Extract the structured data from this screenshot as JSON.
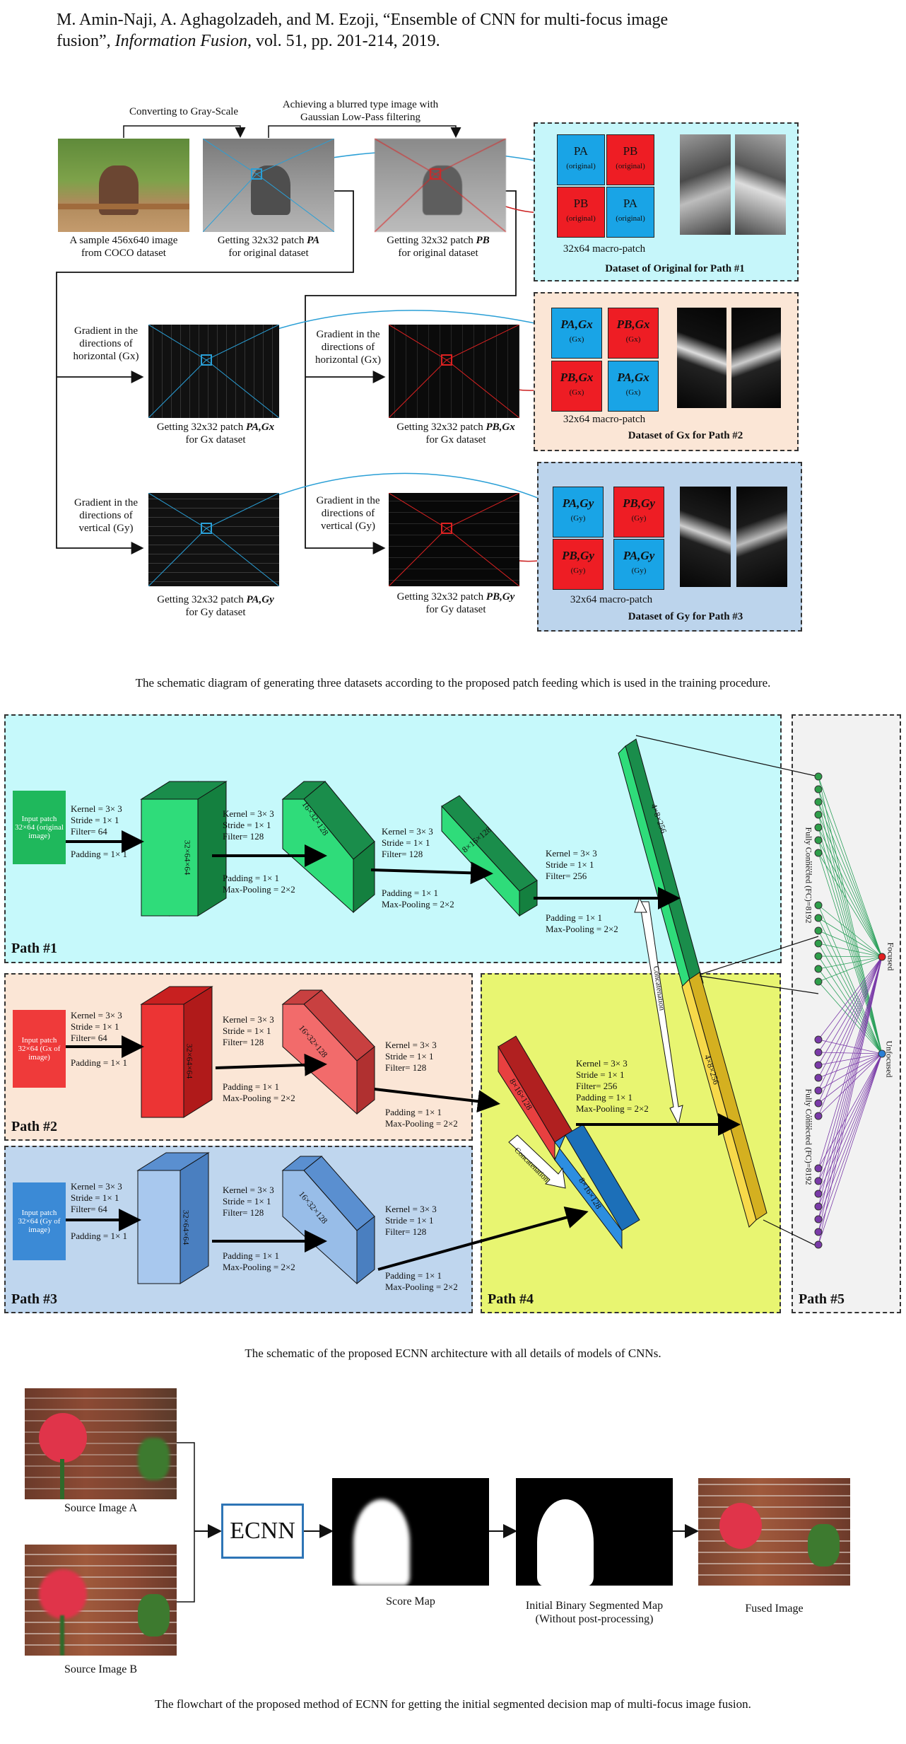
{
  "header": {
    "citation_line1": "M. Amin-Naji, A. Aghagolzadeh, and M. Ezoji, “Ensemble of CNN for multi-focus image",
    "citation_line2_a": "fusion”, ",
    "citation_line2_journal": "Information Fusion",
    "citation_line2_b": ", vol. 51, pp. 201-214, 2019."
  },
  "fig1": {
    "label_gray": "Converting to Gray-Scale",
    "label_blur_1": "Achieving a blurred type image with",
    "label_blur_2": "Gaussian Low-Pass filtering",
    "sample_cap_1": "A sample 456x640 image",
    "sample_cap_2": "from COCO dataset",
    "pa_cap_1": "Getting 32x32 patch ",
    "pa_cap_sym": "PA",
    "pa_cap_2": "for original dataset",
    "pb_cap_1": "Getting 32x32 patch ",
    "pb_cap_sym": "PB",
    "pb_cap_2": "for original dataset",
    "gx_left_1": "Gradient in the",
    "gx_left_2": "directions of",
    "gx_left_3": "horizontal (Gx)",
    "gx_mid_1": "Gradient in the",
    "gx_mid_2": "directions of",
    "gx_mid_3": "horizontal (Gx)",
    "gy_left_1": "Gradient in the",
    "gy_left_2": "directions of",
    "gy_left_3": "vertical (Gy)",
    "gy_mid_1": "Gradient in the",
    "gy_mid_2": "directions of",
    "gy_mid_3": "vertical (Gy)",
    "pagx_cap_1": "Getting 32x32 patch ",
    "pagx_cap_sym": "PA,Gx",
    "pagx_cap_2": "for Gx dataset",
    "pbgx_cap_1": "Getting 32x32 patch ",
    "pbgx_cap_sym": "PB,Gx",
    "pbgx_cap_2": "for Gx dataset",
    "pagy_cap_1": "Getting 32x32 patch ",
    "pagy_cap_sym": "PA,Gy",
    "pagy_cap_2": "for Gy dataset",
    "pbgy_cap_1": "Getting 32x32 patch ",
    "pbgy_cap_sym": "PB,Gy",
    "pbgy_cap_2": "for Gy dataset",
    "box1": {
      "a": "PA",
      "b": "PB",
      "sub": "(original)",
      "macro": "32x64 macro-patch",
      "title": "Dataset of Original for Path #1"
    },
    "box2": {
      "a": "PA,Gx",
      "b": "PB,Gx",
      "sub": "(Gx)",
      "macro": "32x64 macro-patch",
      "title": "Dataset of Gx for Path #2"
    },
    "box3": {
      "a": "PA,Gy",
      "b": "PB,Gy",
      "sub": "(Gy)",
      "macro": "32x64 macro-patch",
      "title": "Dataset of Gy for Path #3"
    },
    "caption": "The schematic diagram of generating three datasets according to the proposed patch feeding which is used in the training procedure."
  },
  "fig2": {
    "path1": "Path #1",
    "path2": "Path #2",
    "path3": "Path #3",
    "path4": "Path #4",
    "path5": "Path #5",
    "in1": "Input patch 32×64 (original image)",
    "in2": "Input patch 32×64 (Gx of image)",
    "in3": "Input patch 32×64 (Gy of image)",
    "p_k3_s1_f64": [
      "Kernel = 3× 3",
      "Stride = 1× 1",
      "Filter= 64"
    ],
    "p_k3_s1_f128": [
      "Kernel = 3× 3",
      "Stride = 1× 1",
      "Filter= 128"
    ],
    "p_k3_s1_f256": [
      "Kernel = 3× 3",
      "Stride = 1× 1",
      "Filter= 256"
    ],
    "pad1": "Padding = 1× 1",
    "pad": "Padding = 1× 1",
    "pool": "Max-Pooling = 2×2",
    "path4_params": [
      "Kernel = 3× 3",
      "Stride = 1× 1",
      "Filter= 256",
      "Padding = 1× 1",
      "Max-Pooling = 2×2"
    ],
    "l_32x64x64": "32×64×64",
    "l_16x32x128": "16×32×128",
    "l_8x16x128": "8×16×128",
    "l_4x8x256": "4×8×256",
    "concat": "Concatenation",
    "fc": "Fully Connected (FC)=8192",
    "dots": "......",
    "focused": "Focused",
    "unfocused": "Unfocused",
    "caption": "The schematic of the proposed ECNN architecture with all details of models of CNNs."
  },
  "fig3": {
    "srcA": "Source Image A",
    "srcB": "Source Image B",
    "ecnn": "ECNN",
    "score": "Score Map",
    "init_1": "Initial Binary Segmented Map",
    "init_2": "(Without post-processing)",
    "fused": "Fused Image",
    "caption": "The flowchart of the proposed method of ECNN for getting the initial segmented decision map of multi-focus image fusion."
  }
}
